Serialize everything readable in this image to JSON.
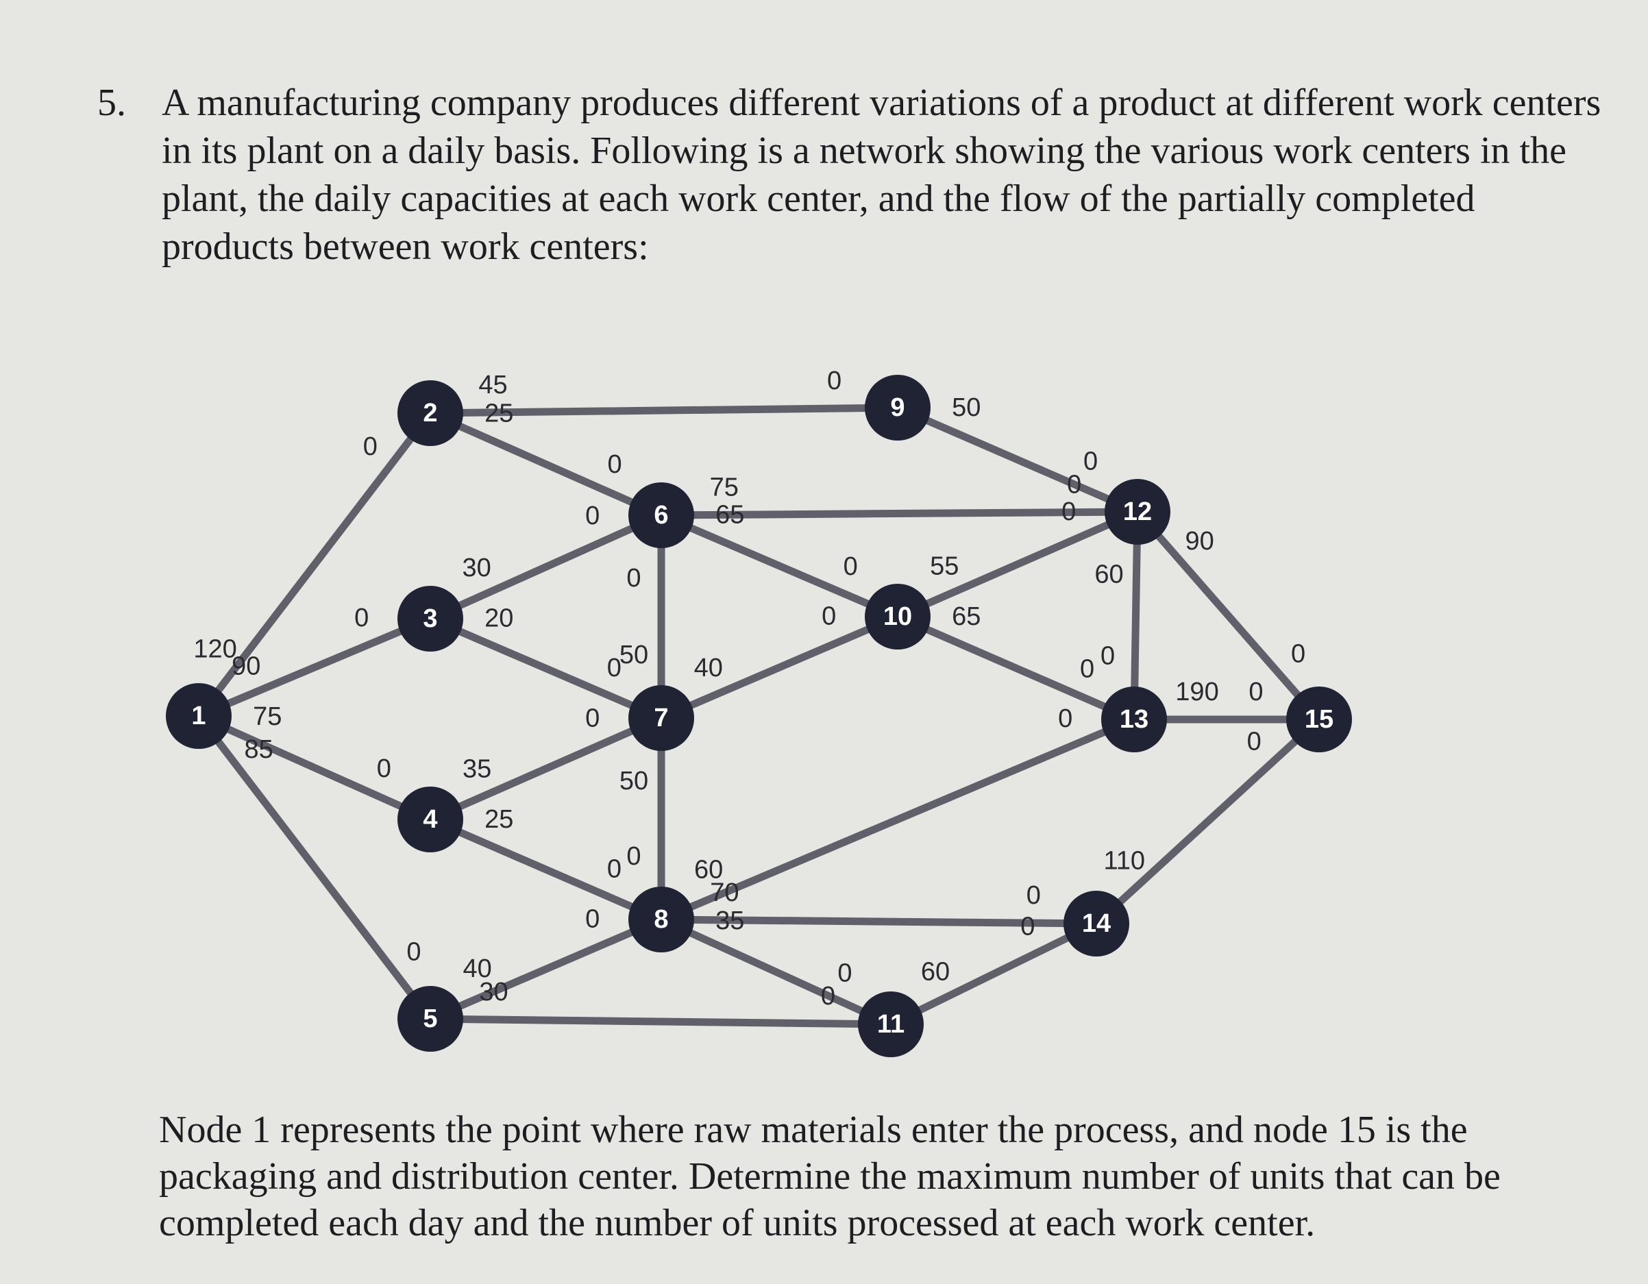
{
  "problem": {
    "number": "5.",
    "text": "A manufacturing company produces different variations of a product at different work centers in its plant on a daily basis. Following is a network showing the various work centers in the plant, the daily capacities at each work center, and the flow of the partially completed products between work centers:"
  },
  "network": {
    "nodes": [
      "1",
      "2",
      "3",
      "4",
      "5",
      "6",
      "7",
      "8",
      "9",
      "10",
      "11",
      "12",
      "13",
      "14",
      "15"
    ],
    "edges": [
      {
        "from": "1",
        "to": "2",
        "cap_from": "120",
        "cap_to": "0"
      },
      {
        "from": "1",
        "to": "3",
        "cap_from": "90",
        "cap_to": "0"
      },
      {
        "from": "1",
        "to": "4",
        "cap_from": "75",
        "cap_to": "0"
      },
      {
        "from": "1",
        "to": "5",
        "cap_from": "85",
        "cap_to": "0"
      },
      {
        "from": "2",
        "to": "9",
        "cap_from": "45",
        "cap_to": "0"
      },
      {
        "from": "2",
        "to": "6",
        "cap_from": "25",
        "cap_to": "0"
      },
      {
        "from": "3",
        "to": "6",
        "cap_from": "30",
        "cap_to": "0"
      },
      {
        "from": "3",
        "to": "7",
        "cap_from": "20",
        "cap_to": "0"
      },
      {
        "from": "4",
        "to": "7",
        "cap_from": "35",
        "cap_to": "0"
      },
      {
        "from": "4",
        "to": "8",
        "cap_from": "25",
        "cap_to": "0"
      },
      {
        "from": "5",
        "to": "8",
        "cap_from": "40",
        "cap_to": "0"
      },
      {
        "from": "5",
        "to": "11",
        "cap_from": "30",
        "cap_to": "0"
      },
      {
        "from": "6",
        "to": "12",
        "cap_from": "75",
        "cap_to": "0"
      },
      {
        "from": "6",
        "to": "10",
        "cap_from": "65",
        "cap_to": "0"
      },
      {
        "from": "6",
        "to": "7",
        "cap_from": "0",
        "cap_to": "50"
      },
      {
        "from": "7",
        "to": "10",
        "cap_from": "40",
        "cap_to": "0"
      },
      {
        "from": "7",
        "to": "8",
        "cap_from": "50",
        "cap_to": "0"
      },
      {
        "from": "8",
        "to": "13",
        "cap_from": "60",
        "cap_to": "0"
      },
      {
        "from": "8",
        "to": "14",
        "cap_from": "70",
        "cap_to": "0"
      },
      {
        "from": "8",
        "to": "11",
        "cap_from": "35",
        "cap_to": "0"
      },
      {
        "from": "9",
        "to": "12",
        "cap_from": "50",
        "cap_to": "0"
      },
      {
        "from": "10",
        "to": "12",
        "cap_from": "55",
        "cap_to": "0"
      },
      {
        "from": "10",
        "to": "13",
        "cap_from": "65",
        "cap_to": "0"
      },
      {
        "from": "11",
        "to": "14",
        "cap_from": "60",
        "cap_to": "0"
      },
      {
        "from": "12",
        "to": "13",
        "cap_from": "60",
        "cap_to": "0"
      },
      {
        "from": "12",
        "to": "15",
        "cap_from": "90",
        "cap_to": "0"
      },
      {
        "from": "13",
        "to": "15",
        "cap_from": "190",
        "cap_to": "0"
      },
      {
        "from": "14",
        "to": "15",
        "cap_from": "110",
        "cap_to": "0"
      }
    ]
  },
  "footer": {
    "text": "Node 1 represents the point where raw materials enter the process, and node 15 is the packaging and distribution center. Determine the maximum number of units that can be completed each day and the number of units processed at each work center."
  }
}
